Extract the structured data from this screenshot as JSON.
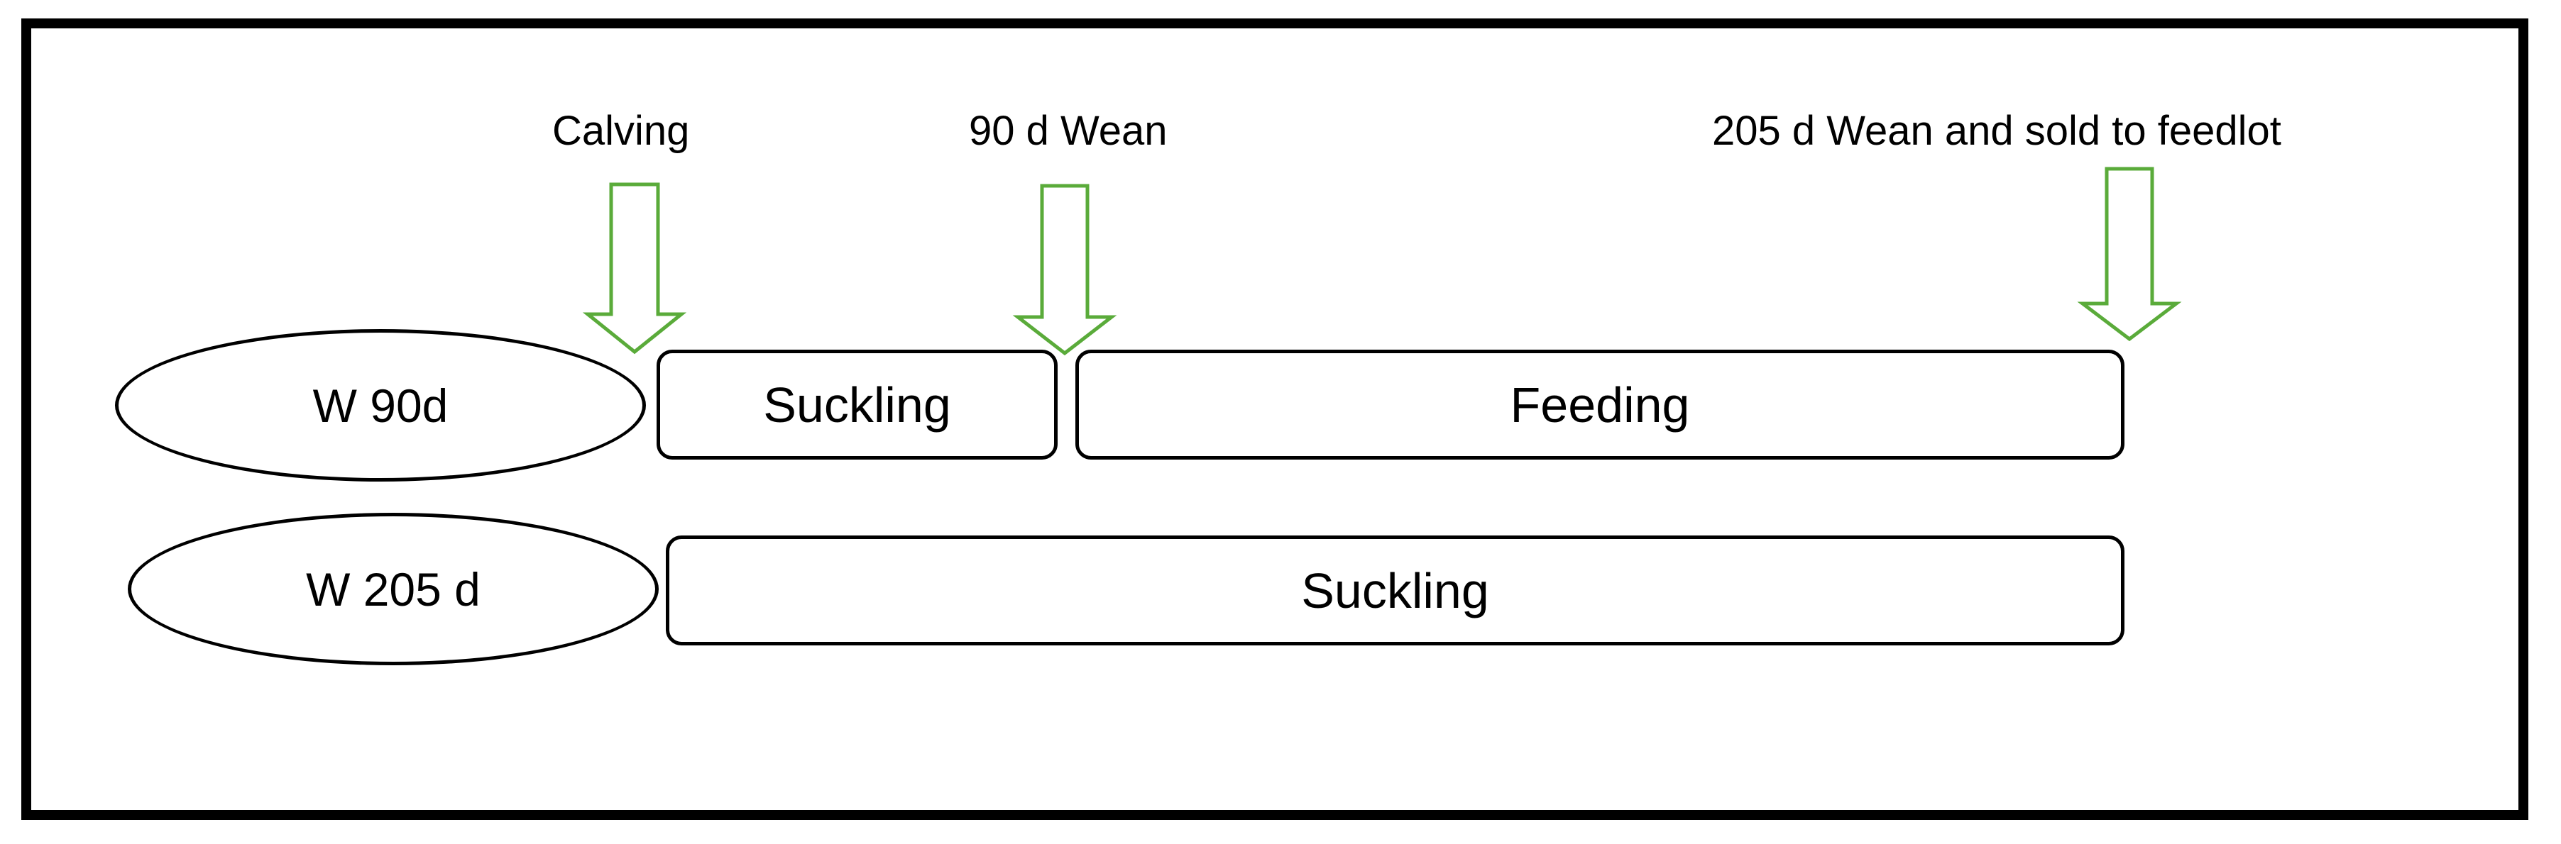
{
  "colors": {
    "arrow": "#5aab3a",
    "frame": "#000000"
  },
  "events": {
    "calving": "Calving",
    "wean90": "90 d Wean",
    "wean205": "205 d Wean and sold to feedlot"
  },
  "rows": {
    "w90": {
      "label": "W 90d",
      "phase1": "Suckling",
      "phase2": "Feeding"
    },
    "w205": {
      "label": "W 205 d",
      "phase1": "Suckling"
    }
  }
}
